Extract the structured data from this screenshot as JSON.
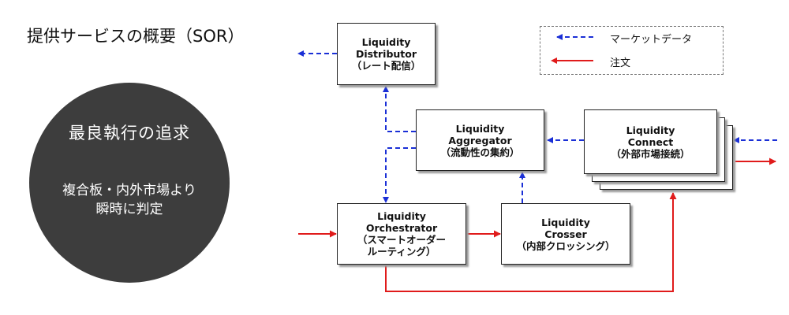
{
  "title": "提供サービスの概要（SOR）",
  "circle": {
    "heading": "最良執行の追求",
    "line1": "複合板・内外市場より",
    "line2": "瞬時に判定"
  },
  "boxes": {
    "distributor": {
      "l1": "Liquidity",
      "l2": "Distributor",
      "l3": "（レート配信）"
    },
    "aggregator": {
      "l1": "Liquidity",
      "l2": "Aggregator",
      "l3": "（流動性の集約）"
    },
    "connect": {
      "l1": "Liquidity",
      "l2": "Connect",
      "l3": "（外部市場接続）"
    },
    "orchestrator": {
      "l1": "Liquidity",
      "l2": "Orchestrator",
      "l3": "（スマートオーダー",
      "l4": "ルーティング）"
    },
    "crosser": {
      "l1": "Liquidity",
      "l2": "Crosser",
      "l3": "（内部クロッシング）"
    }
  },
  "legend": {
    "market_data": "マーケットデータ",
    "order": "注文"
  },
  "colors": {
    "market_data": "#1a2fd6",
    "order": "#e01b1b",
    "circle": "#3d3d3d"
  }
}
